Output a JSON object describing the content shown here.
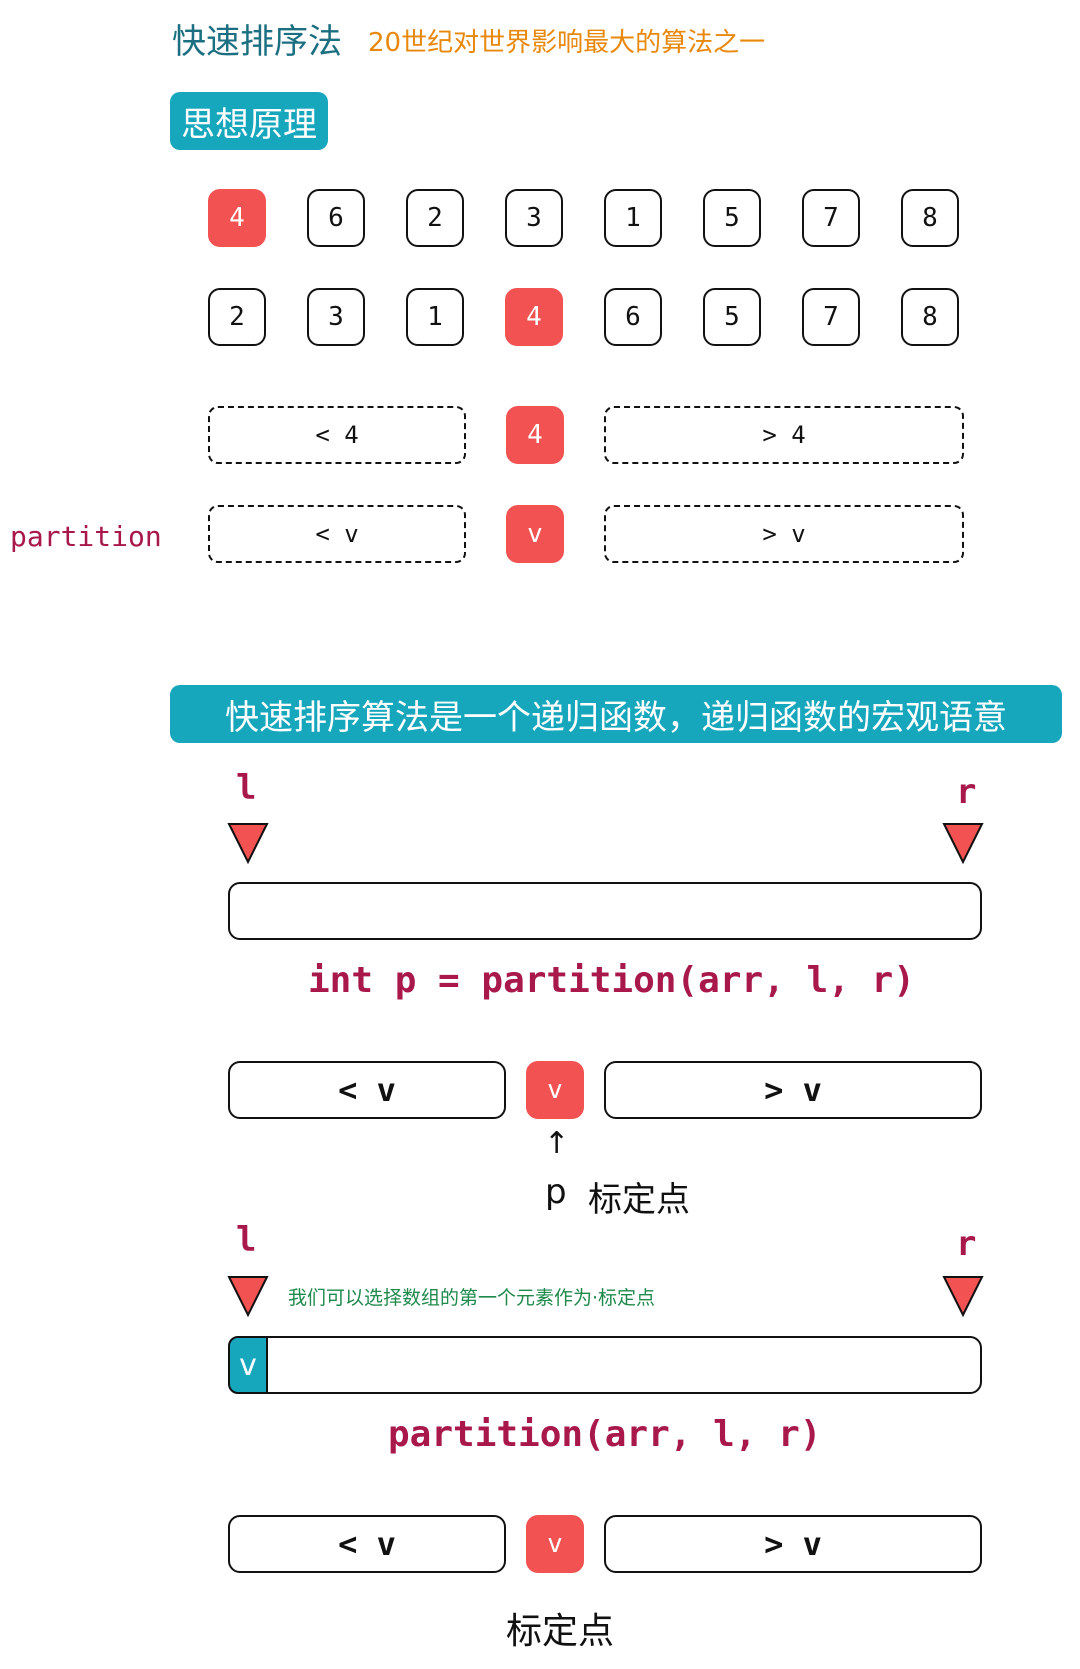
{
  "header": {
    "title": "快速排序法",
    "subtitle": "20世纪对世界影响最大的算法之一"
  },
  "section1": {
    "heading": "思想原理",
    "row1": [
      "4",
      "6",
      "2",
      "3",
      "1",
      "5",
      "7",
      "8"
    ],
    "row1_highlight_index": 0,
    "row2": [
      "2",
      "3",
      "1",
      "4",
      "6",
      "5",
      "7",
      "8"
    ],
    "row2_highlight_index": 3,
    "row3": {
      "left": "< 4",
      "pivot": "4",
      "right": "> 4"
    },
    "row4": {
      "label": "partition",
      "left": "< v",
      "pivot": "v",
      "right": "> v"
    }
  },
  "section2": {
    "heading": "快速排序算法是一个递归函数，递归函数的宏观语意",
    "diagram1": {
      "l_label": "l",
      "r_label": "r",
      "code": "int p = partition(arr, l, r)",
      "left": "< v",
      "pivot": "v",
      "right": "> v",
      "arrow": "↑",
      "p_label": "p",
      "pivot_caption": "标定点"
    },
    "diagram2": {
      "l_label": "l",
      "r_label": "r",
      "note": "我们可以选择数组的第一个元素作为·标定点",
      "first_cell": "v",
      "code": "partition(arr, l, r)",
      "left": "< v",
      "pivot": "v",
      "right": "> v",
      "pivot_caption": "标定点"
    }
  },
  "colors": {
    "accent_teal": "#17a7bd",
    "pivot_red": "#f25252",
    "title_teal": "#1b6f80",
    "subtitle_orange": "#e8880c",
    "code_crimson": "#a8184a",
    "note_green": "#1f8a4c"
  }
}
